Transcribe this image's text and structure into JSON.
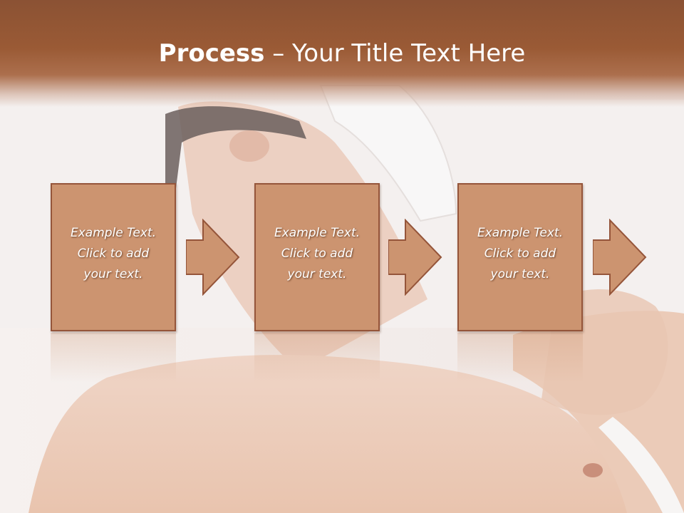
{
  "slide": {
    "title_bold": "Process",
    "title_separator": " – ",
    "title_rest": "Your Title Text Here"
  },
  "steps": [
    {
      "text": "Example Text.\nClick  to add\nyour text."
    },
    {
      "text": "Example Text.\nClick  to add\nyour text."
    },
    {
      "text": "Example Text.\nClick  to add\nyour text."
    }
  ],
  "colors": {
    "header": "#9a5a35",
    "box_fill": "#cc9470",
    "box_border": "#95553a",
    "text": "#ffffff"
  }
}
